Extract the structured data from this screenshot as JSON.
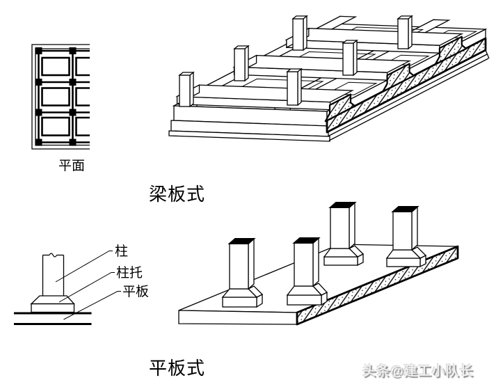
{
  "figure": {
    "sections": {
      "beam_slab": {
        "title": "梁板式",
        "plan_label": "平面"
      },
      "flat_plate": {
        "title": "平板式",
        "callouts": {
          "column": "柱",
          "column_pedestal": "柱托",
          "slab": "平板"
        }
      }
    },
    "watermark": {
      "text": "头条@建工小队长"
    },
    "colors": {
      "line": "#000000",
      "background": "#ffffff",
      "watermark_fill": "#efefef",
      "watermark_shadow": "#8f8f8f"
    }
  }
}
